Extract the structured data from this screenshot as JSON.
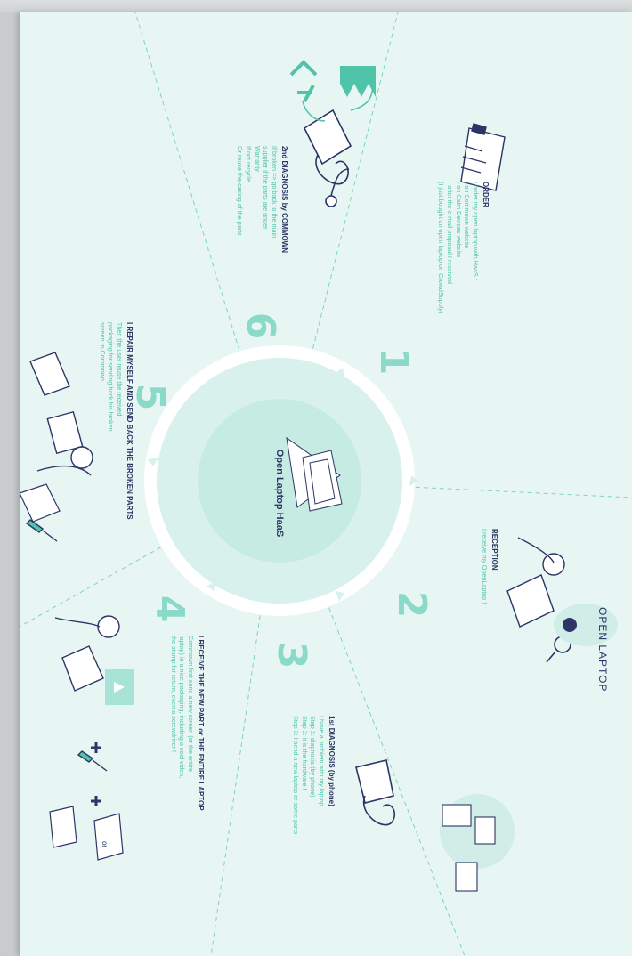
{
  "center": {
    "title": "Open Laptop HaaS"
  },
  "steps": [
    {
      "number": "1",
      "title": "ORDER",
      "lines": [
        "I order my open laptop with HaaS :",
        "- on Commown website",
        "- on Calm Devices website",
        "- after the e-mail proposal I received",
        "(I just bought an open laptop on CrowdSupply)"
      ]
    },
    {
      "number": "2",
      "title": "RECEPTION",
      "lines": [
        "I receive my OpenLaptop !"
      ]
    },
    {
      "number": "3",
      "title": "1st DIAGNOSIS (by phone)",
      "lines": [
        "I have a problem with my laptop",
        "",
        "Step 1: diagnosis (by phone)",
        "Step 2: it is the hardware !",
        "Step 3: I send a new laptop or some parts"
      ]
    },
    {
      "number": "4",
      "title": "I RECEIVE THE NEW PART or THE ENTIRE LAPTOP",
      "lines": [
        "Commown first send a new screen (or the entire",
        "laptop) in a nice packaging, including a cool video,",
        "the stamp for return, even a screwdriver !"
      ]
    },
    {
      "number": "5",
      "title": "I REPAIR MYSELF AND SEND BACK THE BROKEN PARTS",
      "lines": [
        "Then the user reuse the received",
        "packaging for sending back his broken",
        "screen to Commown"
      ]
    },
    {
      "number": "6",
      "title": "2nd DIAGNOSIS by COMMOWN",
      "lines": [
        "If broken => go back to the main",
        "supplier if the parts are under",
        "Warranty",
        "",
        "If not recycle",
        "",
        "Or reuse the casing of the parts"
      ]
    }
  ],
  "logo": {
    "text": "OPEN LAPTOP"
  },
  "step4_or": "or",
  "colors": {
    "background": "#e7f6f3",
    "accent": "#4fc4aa",
    "number": "#8bd9c8",
    "navy": "#2c3566",
    "ring": "#ffffff"
  },
  "icons": [
    "clipboard-icon",
    "stethoscope-icon",
    "recycle-icon",
    "factory-icon",
    "person-laptop-icon",
    "magnifier-icon",
    "screwdriver-icon",
    "plus-icon",
    "play-video-icon",
    "open-box-icon"
  ]
}
